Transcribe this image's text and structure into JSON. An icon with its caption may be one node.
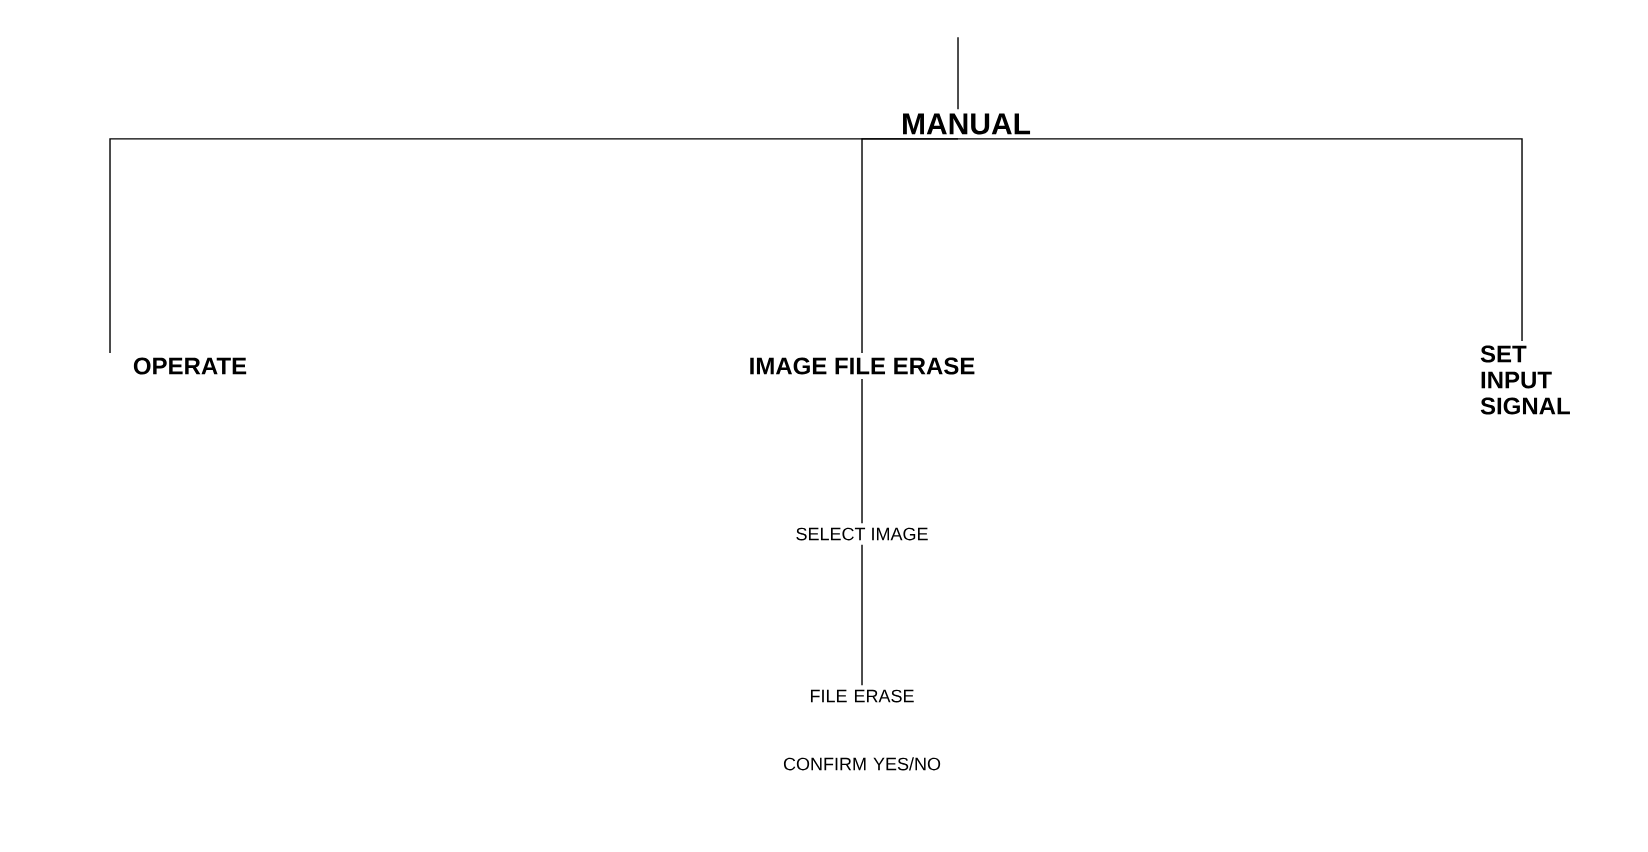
{
  "diagram": {
    "nodes": [
      {
        "text": [
          "MANUAL"
        ]
      },
      {
        "text": [
          "OPERATE"
        ]
      },
      {
        "text": [
          "IMAGE FILE ERASE"
        ]
      },
      {
        "text": [
          "SET INPUT SIGNAL"
        ]
      },
      {
        "text": [
          "SELECT IMAGE"
        ]
      },
      {
        "text": [
          "FILE ERASE CONFIRM YES/NO"
        ]
      }
    ],
    "edges": [
      {
        "from": null,
        "to": 0,
        "arrow": "none"
      },
      {
        "from": 0,
        "to": 1,
        "arrow": "none"
      },
      {
        "from": 0,
        "to": 2,
        "arrow": "none"
      },
      {
        "from": 0,
        "to": 3,
        "arrow": "none"
      },
      {
        "from": 2,
        "to": 4,
        "arrow": "none"
      },
      {
        "from": 4,
        "to": 5,
        "arrow": "none"
      }
    ]
  }
}
